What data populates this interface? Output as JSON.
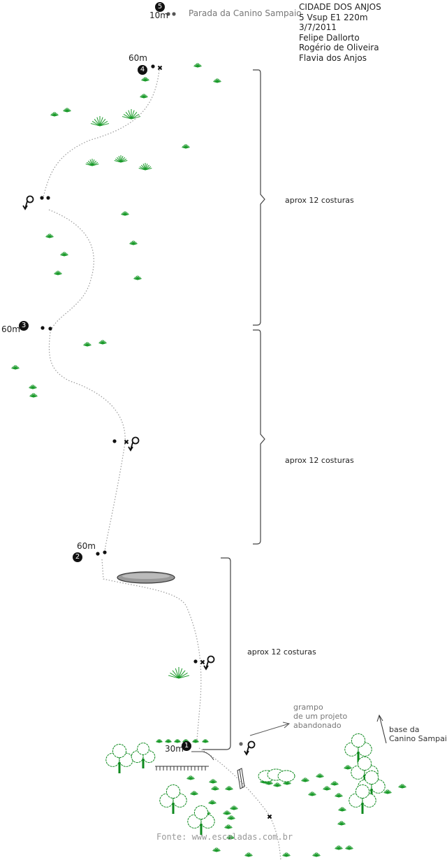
{
  "route_info": {
    "name": "CIDADE DOS ANJOS",
    "grade": "5 Vsup E1 220m",
    "date": "3/7/2011",
    "climbers": [
      "Felipe Dallorto",
      "Rogério de Oliveira",
      "Flavia dos Anjos"
    ]
  },
  "belays": [
    {
      "number": "5",
      "length": "10m",
      "note": "Parada da Canino Sampaio"
    },
    {
      "number": "4",
      "length": "60m"
    },
    {
      "number": "3",
      "length": "60m"
    },
    {
      "number": "2",
      "length": "60m"
    },
    {
      "number": "1",
      "length": "30m"
    }
  ],
  "sections": [
    {
      "label": "aprox 12 costuras"
    },
    {
      "label": "aprox 12 costuras"
    },
    {
      "label": "aprox 12 costuras"
    }
  ],
  "annotations": {
    "abandoned_bolt": "grampo\nde um projeto\nabandonado",
    "base": "base da\nCanino Sampaio"
  },
  "source": "Fonte: www.escaladas.com.br",
  "colors": {
    "grass": "#1a9a2a",
    "tree": "#0e8a1e",
    "line": "#555555",
    "route": "#999999"
  }
}
